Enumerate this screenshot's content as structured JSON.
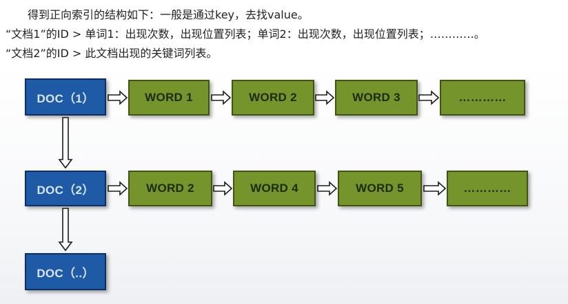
{
  "intro": {
    "line1": "得到正向索引的结构如下：一般是通过key，去找value。",
    "line2": "“文档1”的ID > 单词1：出现次数，出现位置列表；单词2：出现次数，出现位置列表；…………。",
    "line3": "“文档2”的ID > 此文档出现的关键词列表。"
  },
  "diagram": {
    "row1": {
      "doc": "DOC（1）",
      "words": [
        "WORD 1",
        "WORD 2",
        "WORD 3",
        "…………"
      ]
    },
    "row2": {
      "doc": "DOC（2）",
      "words": [
        "WORD 2",
        "WORD 4",
        "WORD 5",
        "…………"
      ]
    },
    "row3": {
      "doc": "DOC（..）"
    },
    "colors": {
      "doc_fill": "#1f5aa6",
      "word_fill": "#76942c"
    }
  }
}
